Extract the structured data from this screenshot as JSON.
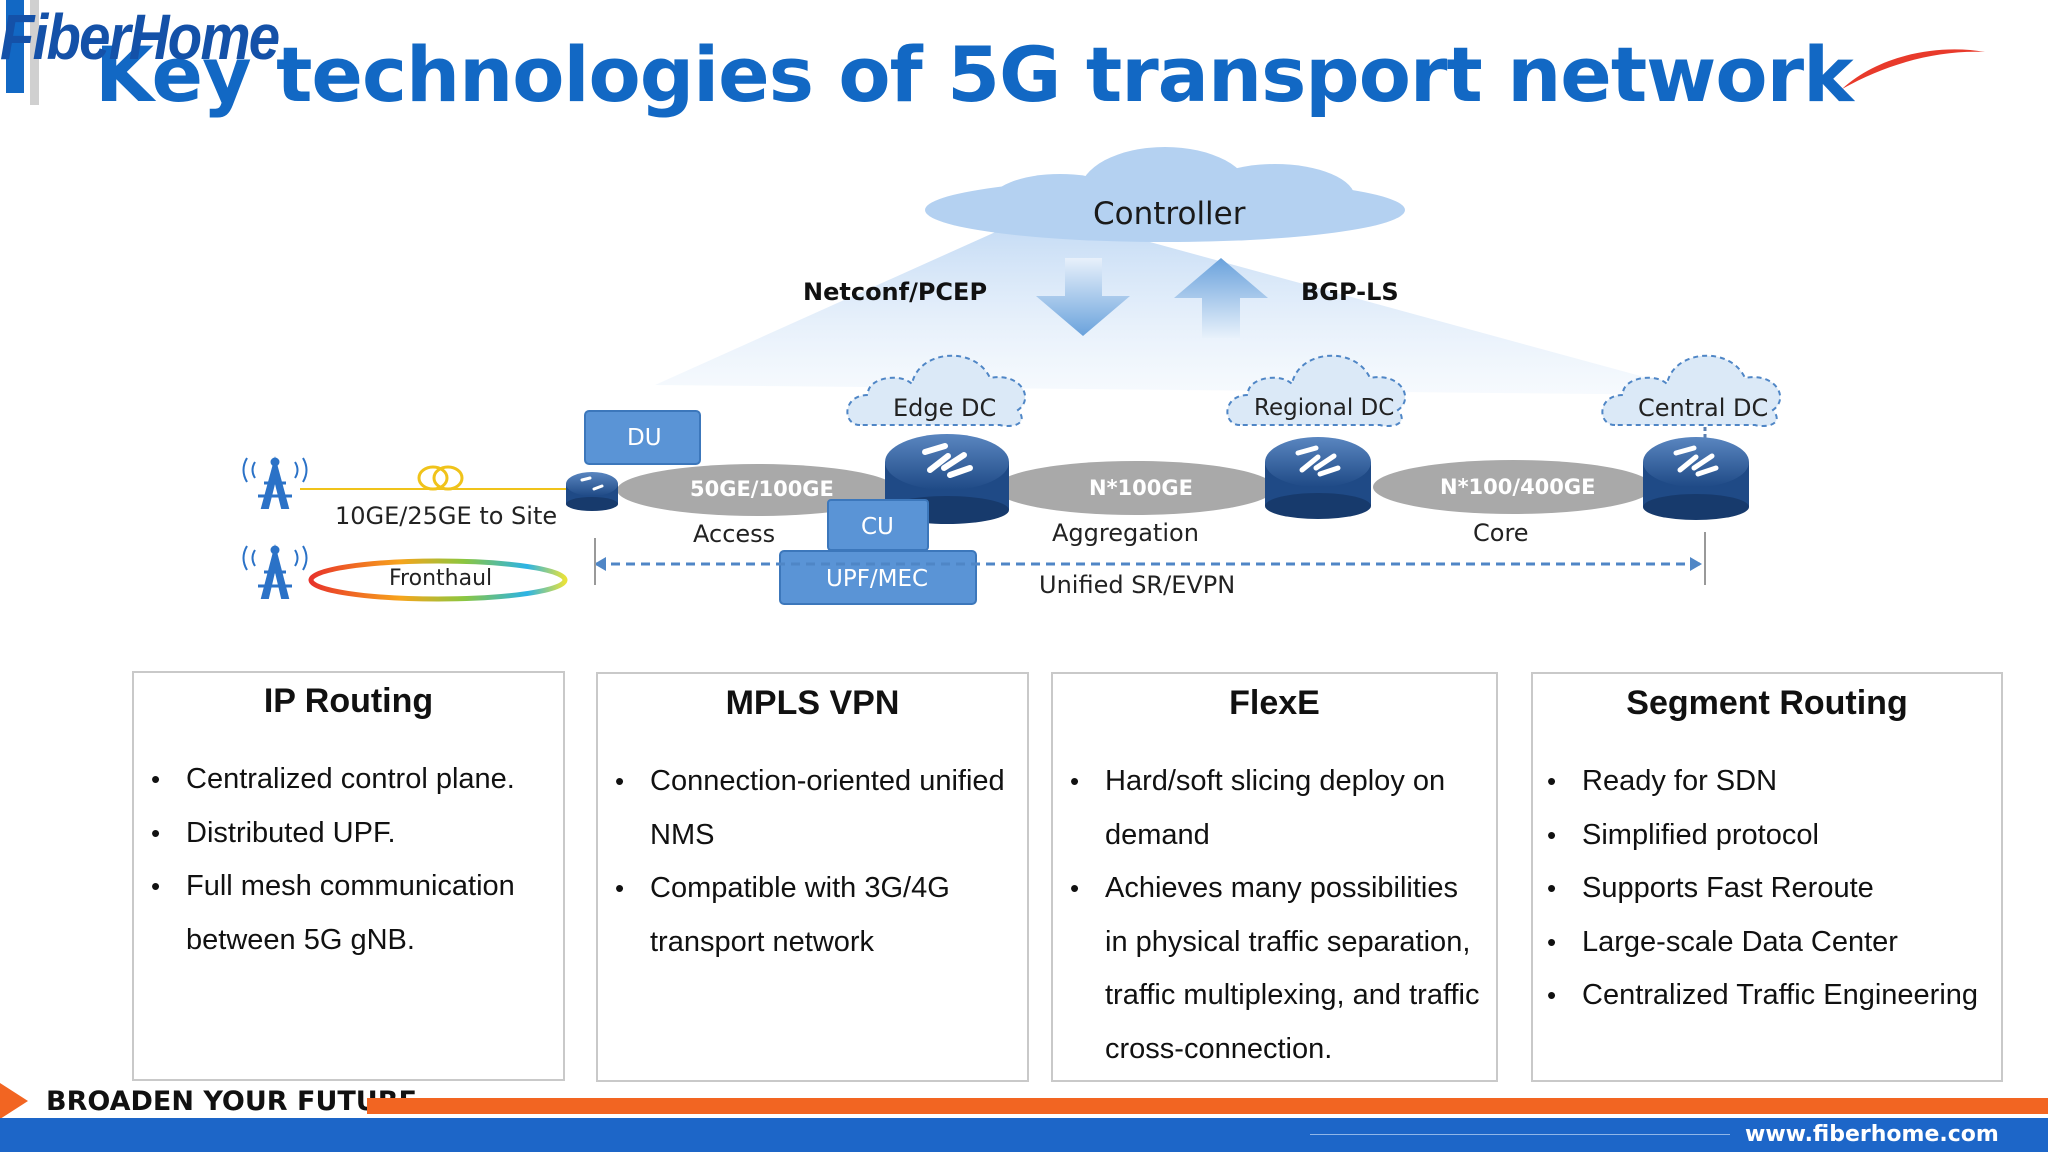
{
  "header": {
    "title": "Key technologies of 5G transport network",
    "logo_text": "FiberHome"
  },
  "diagram": {
    "controller": "Controller",
    "protocol_down": "Netconf/PCEP",
    "protocol_up": "BGP-LS",
    "dcs": {
      "edge": "Edge DC",
      "regional": "Regional DC",
      "central": "Central DC"
    },
    "modules": {
      "du": "DU",
      "cu": "CU",
      "upf": "UPF/MEC"
    },
    "links": {
      "access_speed": "50GE/100GE",
      "access_label": "Access",
      "agg_speed": "N*100GE",
      "agg_label": "Aggregation",
      "core_speed": "N*100/400GE",
      "core_label": "Core"
    },
    "site_link": "10GE/25GE to Site",
    "fronthaul": "Fronthaul",
    "unified": "Unified SR/EVPN"
  },
  "cards": [
    {
      "title": "IP Routing",
      "items": [
        "Centralized control plane.",
        "Distributed UPF.",
        "Full mesh communication",
        "between 5G gNB."
      ]
    },
    {
      "title": "MPLS VPN",
      "items": [
        "Connection-oriented unified",
        "NMS",
        "Compatible with 3G/4G",
        "transport network"
      ]
    },
    {
      "title": "FlexE",
      "items": [
        "Hard/soft slicing deploy on",
        "demand",
        "Achieves many possibilities",
        "in physical traffic separation,",
        "traffic multiplexing, and traffic",
        "cross-connection."
      ]
    },
    {
      "title": "Segment Routing",
      "items": [
        "Ready for SDN",
        "Simplified protocol",
        "Supports Fast Reroute",
        "Large-scale Data Center",
        "Centralized Traffic Engineering"
      ]
    }
  ],
  "footer": {
    "slogan": "BROADEN YOUR FUTURE",
    "website": "www.fiberhome.com"
  },
  "colors": {
    "brand_blue": "#1268c4",
    "footer_blue": "#1d66c8",
    "footer_orange": "#f26522",
    "link_gray": "#a8a8a8"
  }
}
